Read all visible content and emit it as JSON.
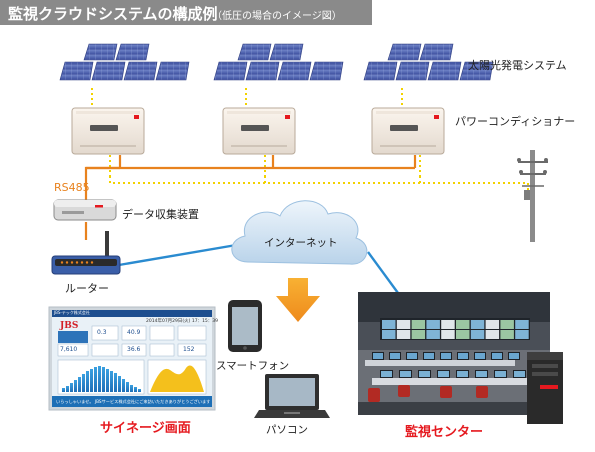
{
  "title": {
    "main": "監視クラウドシステムの構成例",
    "sub": "（低圧の場合のイメージ図）"
  },
  "labels": {
    "solar": "太陽光発電システム",
    "pcs": "パワーコンディショナー",
    "rs485": "RS485",
    "collector": "データ収集装置",
    "internet": "インターネット",
    "router": "ルーター",
    "smartphone": "スマートフォン",
    "pc": "パソコン",
    "signage": "サイネージ画面",
    "center": "監視センター"
  },
  "signage_screen": {
    "logo": "JBS",
    "company": "JBS-テック株式会社",
    "date": "2014年07月29日(火) 17：15：39",
    "metrics": [
      "0.3",
      "40.9",
      "7,610",
      "36.6",
      "152"
    ],
    "ticker": "いらっしゃいませ。 JBSサービス株式会社にご来訪いただきありがとうございます。 JBSの"
  },
  "colors": {
    "rs485_line": "#e8821e",
    "power_line": "#f2d200",
    "network_line": "#2a8bd0",
    "cloud": "#cfe3f3",
    "accent_red": "#e5191f",
    "panel": "#4a5fa8"
  }
}
